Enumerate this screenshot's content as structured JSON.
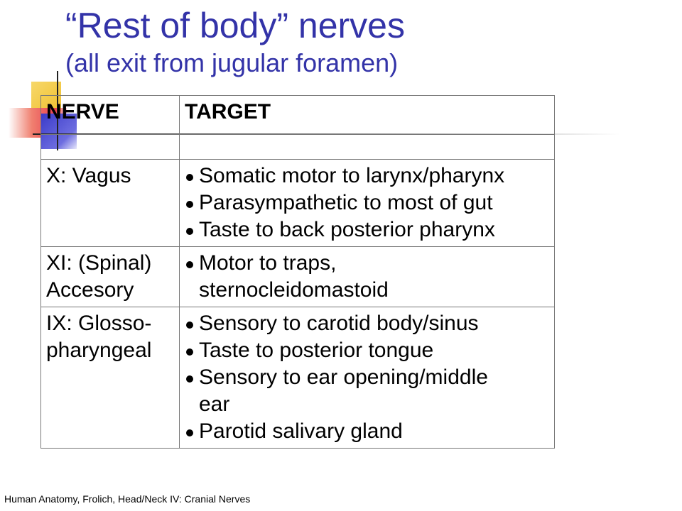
{
  "slide": {
    "title": "“Rest of body” nerves",
    "subtitle": "(all exit from jugular foramen)",
    "footer": "Human Anatomy, Frolich, Head/Neck IV:  Cranial Nerves"
  },
  "table": {
    "headers": [
      "NERVE",
      "TARGET"
    ],
    "rows": [
      {
        "nerve": "X:  Vagus",
        "targets": [
          "Somatic motor to larynx/pharynx",
          "Parasympathetic to most of gut",
          "Taste to back posterior pharynx"
        ]
      },
      {
        "nerve": "XI:  (Spinal)\nAccesory",
        "targets": [
          "Motor to traps,\nsternocleidomastoid"
        ]
      },
      {
        "nerve": "IX:  Glosso-\npharyngeal",
        "targets": [
          "Sensory to carotid body/sinus",
          "Taste to posterior tongue",
          "Sensory to ear opening/middle\near",
          "Parotid salivary gland"
        ]
      }
    ]
  },
  "colors": {
    "title": "#3333a8",
    "accent_yellow": "#f0c030",
    "accent_blue": "#3a3ac8",
    "accent_red": "#e84050"
  }
}
